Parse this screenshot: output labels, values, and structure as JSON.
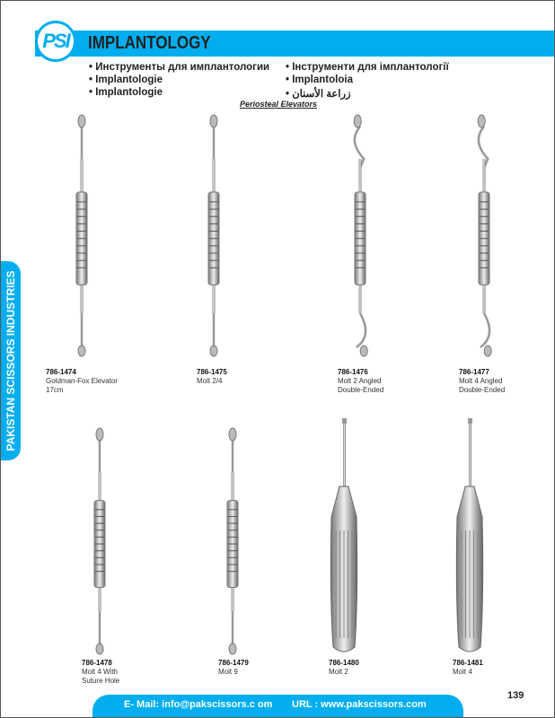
{
  "header": {
    "logo": "PSI",
    "title": "IMPLANTOLOGY"
  },
  "languages": [
    "Инструменты для имплантологии",
    "Інструменти для імплантології",
    "Implantologie",
    "Implantoloia",
    "Implantologie",
    "زراعة الأسنان"
  ],
  "subtitle": "Periosteal Elevators",
  "side_tab": "PAKISTAN SCISSORS INDUSTRIES",
  "products": [
    {
      "code": "786-1474",
      "name": "Goldman-Fox Elevator",
      "extra": "17cm"
    },
    {
      "code": "786-1475",
      "name": "Molt 2/4",
      "extra": ""
    },
    {
      "code": "786-1476",
      "name": "Molt 2 Angled",
      "extra": "Double-Ended"
    },
    {
      "code": "786-1477",
      "name": "Molt 4 Angled",
      "extra": "Double-Ended"
    },
    {
      "code": "786-1478",
      "name": "Molt 4 With",
      "extra": "Suture Hole"
    },
    {
      "code": "786-1479",
      "name": "Molt 9",
      "extra": ""
    },
    {
      "code": "786-1480",
      "name": "Molt 2",
      "extra": ""
    },
    {
      "code": "786-1481",
      "name": "Molt 4",
      "extra": ""
    }
  ],
  "footer": {
    "email": "E- Mail: info@pakscissors.c om",
    "url": "URL  :  www.pakscissors.com"
  },
  "page_number": "139",
  "colors": {
    "accent": "#00aeef"
  }
}
